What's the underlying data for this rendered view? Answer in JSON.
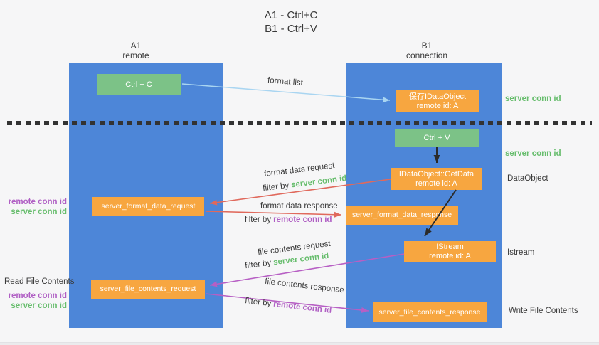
{
  "title": {
    "line1": "A1 - Ctrl+C",
    "line2": "B1 - Ctrl+V"
  },
  "columns": {
    "left": {
      "id": "A1",
      "name": "remote"
    },
    "right": {
      "id": "B1",
      "name": "connection"
    }
  },
  "boxes": {
    "ctrl_c": {
      "label": "Ctrl + C"
    },
    "save_idataobject": {
      "line1": "保存IDataObject",
      "line2": "remote id: A"
    },
    "ctrl_v": {
      "label": "Ctrl + V"
    },
    "getdata": {
      "line1": "IDataObject::GetData",
      "line2": "remote id: A"
    },
    "format_request": {
      "label": "server_format_data_request"
    },
    "format_response": {
      "label": "server_format_data_response"
    },
    "istream": {
      "line1": "IStream",
      "line2": "remote id: A"
    },
    "file_request": {
      "label": "server_file_contents_request"
    },
    "file_response": {
      "label": "server_file_contents_response"
    }
  },
  "annotations": {
    "format_list": "format list",
    "format_data_request": "format data request",
    "format_data_response": "format data response",
    "file_contents_request": "file contents request",
    "file_contents_response": "file contents response",
    "filter_by": "filter by",
    "server_conn_id": "server conn id",
    "remote_conn_id": "remote conn id"
  },
  "side_labels": {
    "server_conn_id": "server conn id",
    "remote_conn_id": "remote conn id",
    "dataobject": "DataObject",
    "istream": "Istream",
    "read_file_contents": "Read File Contents",
    "write_file_contents": "Write File Contents"
  },
  "colors": {
    "column_blue": "#4d86d8",
    "box_green": "#7cc287",
    "box_orange": "#f7a640",
    "arrow_red": "#e0695c",
    "arrow_purple": "#b75fc4",
    "arrow_light_blue": "#a9d5f1",
    "arrow_black": "#2b2b2b",
    "label_green": "#67bd6d",
    "label_purple": "#b05fc4",
    "text_dark": "#3a3a3a",
    "background": "#f6f6f7"
  }
}
